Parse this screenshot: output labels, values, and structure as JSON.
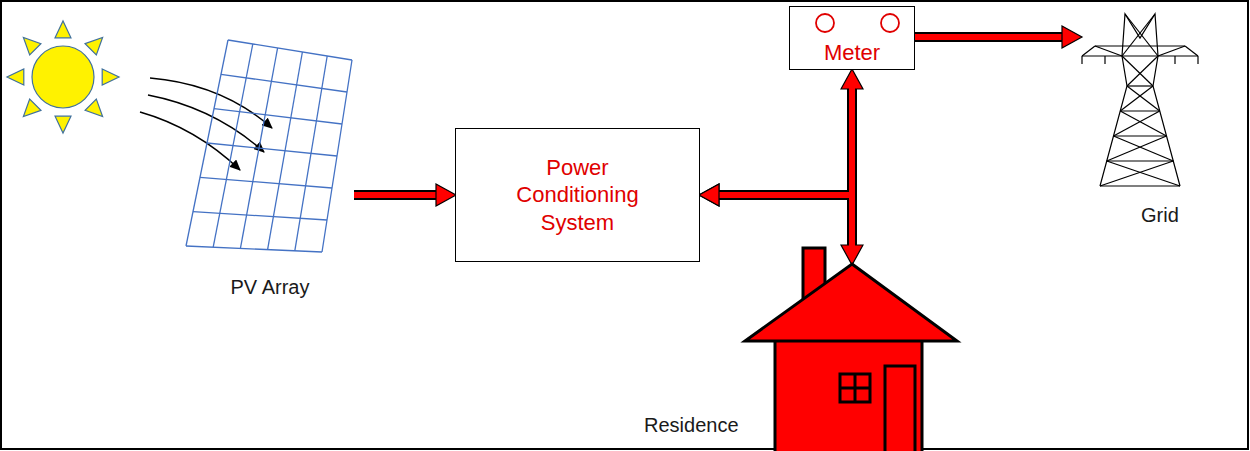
{
  "diagram": {
    "nodes": [
      {
        "text": [
          "PV Array"
        ]
      },
      {
        "text": [
          "Power Conditioning System"
        ]
      },
      {
        "text": [
          "Meter"
        ]
      },
      {
        "text": [
          "Grid"
        ]
      },
      {
        "text": [
          "Residence"
        ]
      }
    ],
    "edges": [
      {
        "from": 0,
        "to": 1,
        "arrow": "to"
      },
      {
        "from": 2,
        "to": 3,
        "arrow": "to"
      },
      {
        "from": 2,
        "to": 4,
        "arrow": "both"
      },
      {
        "from": 2,
        "to": 1,
        "arrow": "to"
      },
      {
        "from": 4,
        "to": 1,
        "arrow": "to"
      }
    ]
  }
}
